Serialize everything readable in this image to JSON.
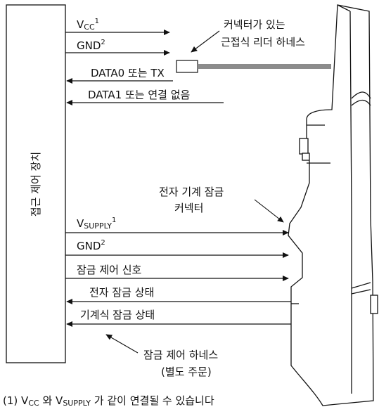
{
  "controller": {
    "label": "접근 제어 장치"
  },
  "reader_harness": {
    "vcc_main": "V",
    "vcc_sub": "CC",
    "vcc_sup": "1",
    "gnd": "GND",
    "gnd_sup": "2",
    "data0": "DATA0 또는 TX",
    "data1": "DATA1 또는 연결 없음",
    "callout_line1": "커넥터가 있는",
    "callout_line2": "근접식 리더 하네스"
  },
  "lock_connector": {
    "callout_line1": "전자 기계 잠금",
    "callout_line2": "커넥터"
  },
  "lock_harness": {
    "vsupply_main": "V",
    "vsupply_sub": "SUPPLY",
    "vsupply_sup": "1",
    "gnd": "GND",
    "gnd_sup": "2",
    "lock_control": "잠금 제어 신호",
    "electronic_status": "전자 잠금 상태",
    "mechanical_status": "기계식 잠금 상태",
    "callout_line1": "잠금 제어 하네스",
    "callout_line2": "(별도 주문)"
  },
  "footnote": {
    "number": "(1)",
    "v1_main": "V",
    "v1_sub": "CC",
    "conj": "와",
    "v2_main": "V",
    "v2_sub": "SUPPLY",
    "rest": "가 같이 연결될 수 있습니다"
  },
  "colors": {
    "line": "#111111",
    "cable": "#8c8c8c"
  }
}
